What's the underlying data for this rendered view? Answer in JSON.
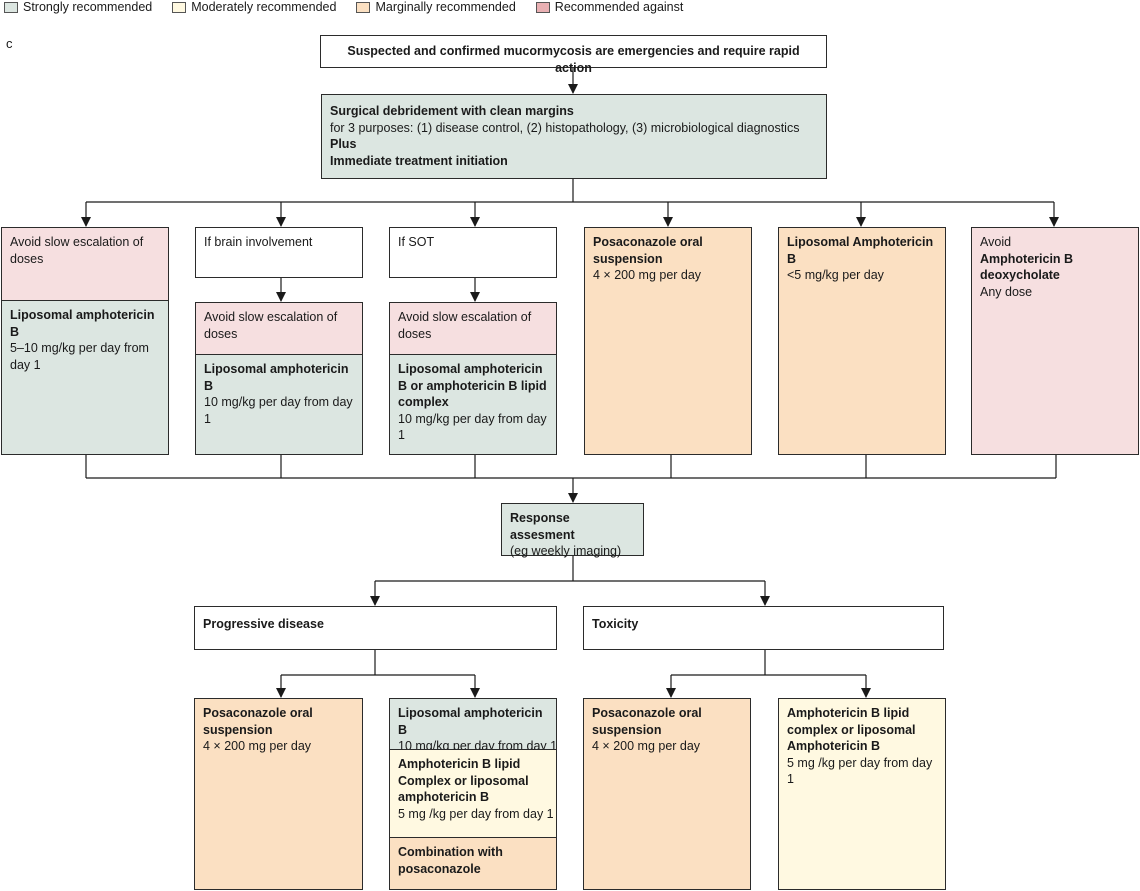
{
  "legend": [
    {
      "label": "Strongly recommended",
      "color": "#dce6e1"
    },
    {
      "label": "Moderately recommended",
      "color": "#fff9e1"
    },
    {
      "label": "Marginally recommended",
      "color": "#fbe0c2"
    },
    {
      "label": "Recommended against",
      "color": "#e9b0b3"
    }
  ],
  "panel_label": "c",
  "top": "Suspected and confirmed mucormycosis are emergencies and require rapid action",
  "surgery": {
    "title": "Surgical debridement with clean margins",
    "detail": "for 3 purposes: (1) disease control, (2) histopathology, (3) microbiological diagnostics",
    "plus": "Plus",
    "initiation": "Immediate treatment initiation"
  },
  "col1": {
    "warn": "Avoid slow escalation of doses",
    "drug": "Liposomal amphotericin B",
    "dose": "5–10 mg/kg per day from day 1"
  },
  "col2": {
    "condition": "If brain involvement",
    "warn": "Avoid slow escalation of doses",
    "drug": "Liposomal amphotericin B",
    "dose": "10 mg/kg per day from day 1"
  },
  "col3": {
    "condition": "If SOT",
    "warn": "Avoid slow escalation of doses",
    "drug": "Liposomal amphotericin B or amphotericin B lipid complex",
    "dose": "10 mg/kg per day from day 1"
  },
  "col4": {
    "drug": "Posaconazole oral suspension",
    "dose": "4 × 200 mg per day"
  },
  "col5": {
    "drug": "Liposomal Amphotericin B",
    "dose": "<5 mg/kg per day"
  },
  "col6": {
    "avoid": "Avoid",
    "drug": "Amphotericin B deoxycholate",
    "dose": "Any dose"
  },
  "response": {
    "title": "Response assesment",
    "detail": "(eg weekly imaging)"
  },
  "progressive": {
    "title": "Progressive disease",
    "posa_drug": "Posaconazole oral suspension",
    "posa_dose": "4 × 200 mg per day",
    "lamb_drug": "Liposomal amphotericin B",
    "lamb_dose": "10 mg/kg per day from day 1",
    "ablc_drug": "Amphotericin B lipid Complex or liposomal amphotericin B",
    "ablc_dose": "5 mg /kg per day from day 1",
    "combo": "Combination with posaconazole"
  },
  "toxicity": {
    "title": "Toxicity",
    "posa_drug": "Posaconazole oral suspension",
    "posa_dose": "4 × 200 mg per day",
    "ablc_drug": "Amphotericin B lipid complex or liposomal Amphotericin B",
    "ablc_dose": "5 mg /kg per day from day 1"
  }
}
